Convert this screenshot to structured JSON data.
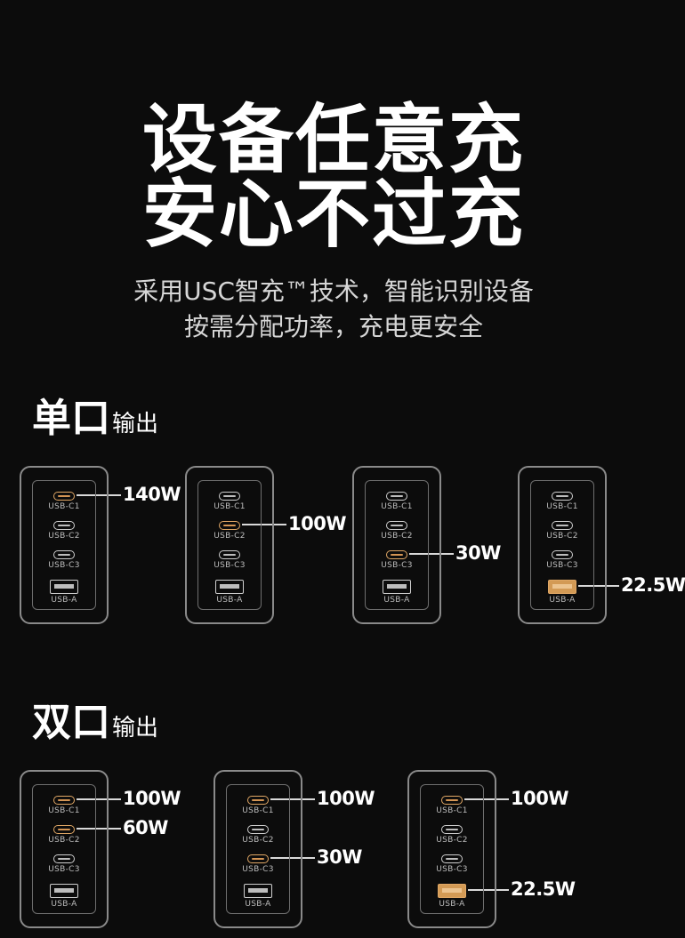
{
  "headline": {
    "line1": "设备任意充",
    "line2": "安心不过充"
  },
  "subtitle": {
    "line1": "采用USC智充™技术，智能识别设备",
    "line2": "按需分配功率，充电更安全"
  },
  "port_labels": {
    "c1": "USB-C1",
    "c2": "USB-C2",
    "c3": "USB-C3",
    "a": "USB-A"
  },
  "single": {
    "title_big": "单口",
    "title_small": "输出",
    "chargers": [
      {
        "active": [
          "c1"
        ],
        "watts": {
          "c1": "140W"
        }
      },
      {
        "active": [
          "c2"
        ],
        "watts": {
          "c2": "100W"
        }
      },
      {
        "active": [
          "c3"
        ],
        "watts": {
          "c3": "30W"
        }
      },
      {
        "active": [
          "a"
        ],
        "watts": {
          "a": "22.5W"
        }
      }
    ]
  },
  "dual": {
    "title_big": "双口",
    "title_small": "输出",
    "chargers": [
      {
        "active": [
          "c1",
          "c2"
        ],
        "watts": {
          "c1": "100W",
          "c2": "60W"
        }
      },
      {
        "active": [
          "c1",
          "c3"
        ],
        "watts": {
          "c1": "100W",
          "c3": "30W"
        }
      },
      {
        "active": [
          "c1",
          "a"
        ],
        "watts": {
          "c1": "100W",
          "a": "22.5W"
        }
      }
    ]
  },
  "colors": {
    "background": "#0c0c0c",
    "active_port": "#e0a765",
    "text": "#ffffff"
  }
}
